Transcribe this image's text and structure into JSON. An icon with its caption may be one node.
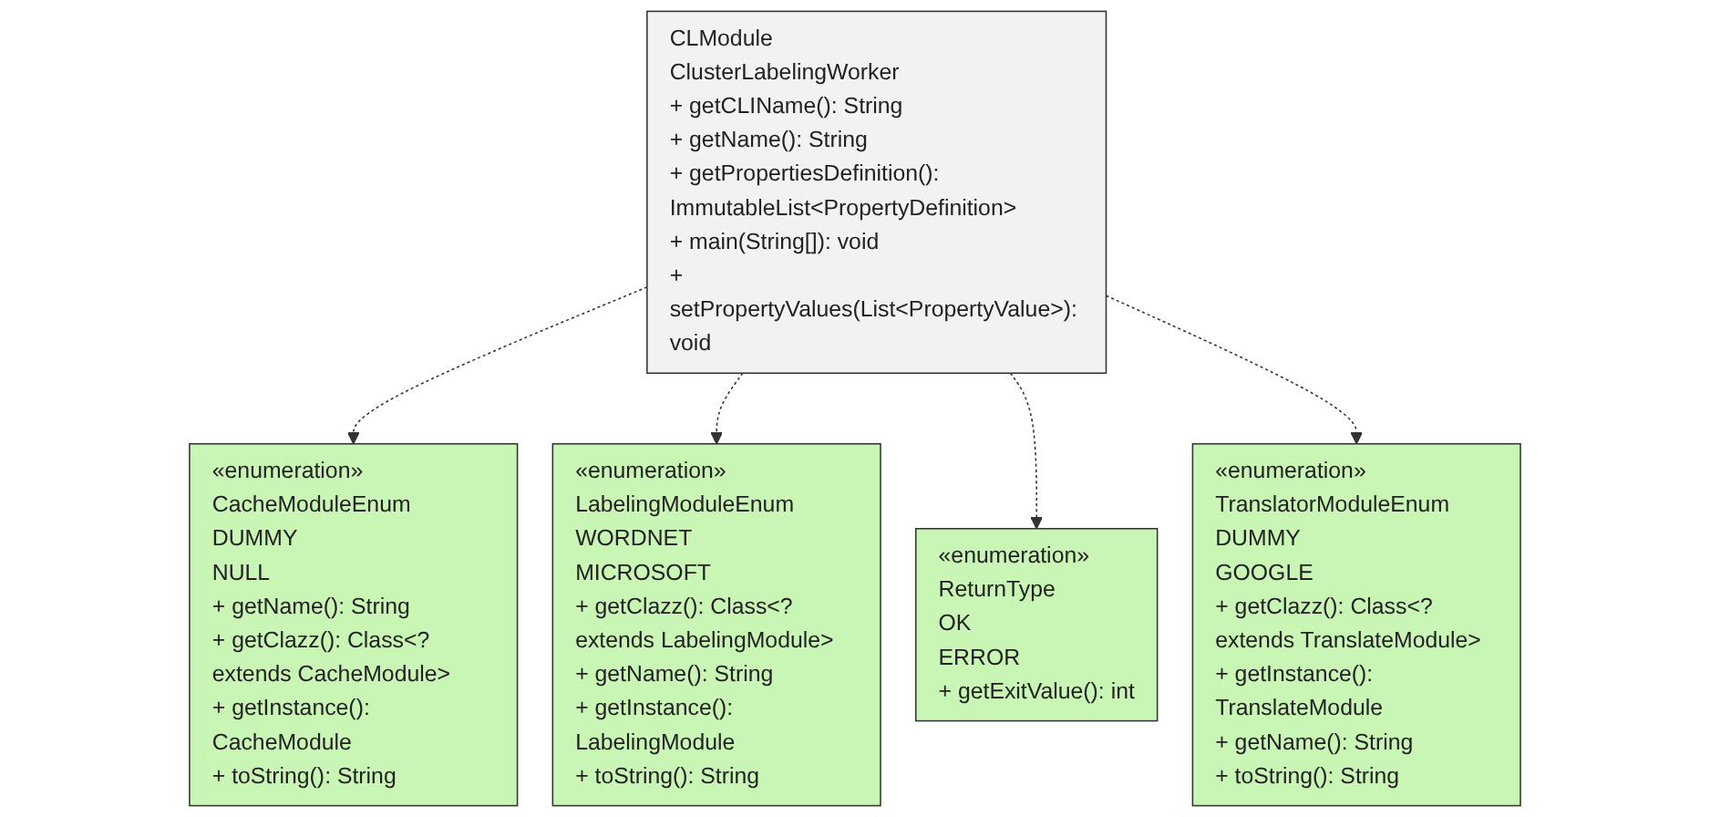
{
  "diagram": {
    "nodes": [
      {
        "text": [
          "CLModule",
          "ClusterLabelingWorker",
          "+ getCLIName(): String",
          "+ getName(): String",
          "+ getPropertiesDefinition(): ImmutableList<PropertyDefinition>",
          "+ main(String[]): void",
          "+ setPropertyValues(List<PropertyValue>): void"
        ]
      },
      {
        "text": [
          "«enumeration»",
          "CacheModuleEnum",
          "DUMMY",
          "NULL",
          "+ getName(): String",
          "+ getClazz(): Class<? extends CacheModule>",
          "+ getInstance(): CacheModule",
          "+ toString(): String"
        ]
      },
      {
        "text": [
          "«enumeration»",
          "LabelingModuleEnum",
          "WORDNET",
          "MICROSOFT",
          "+ getClazz(): Class<? extends LabelingModule>",
          "+ getName(): String",
          "+ getInstance(): LabelingModule",
          "+ toString(): String"
        ]
      },
      {
        "text": [
          "«enumeration»",
          "ReturnType",
          "OK",
          "ERROR",
          "+ getExitValue(): int"
        ]
      },
      {
        "text": [
          "«enumeration»",
          "TranslatorModuleEnum",
          "DUMMY",
          "GOOGLE",
          "+ getClazz(): Class<? extends TranslateModule>",
          "+ getInstance(): TranslateModule",
          "+ getName(): String",
          "+ toString(): String"
        ]
      }
    ],
    "edges": [
      {
        "from": 0,
        "to": 1,
        "arrow": "to",
        "style": "dashed"
      },
      {
        "from": 0,
        "to": 2,
        "arrow": "to",
        "style": "dashed"
      },
      {
        "from": 0,
        "to": 3,
        "arrow": "to",
        "style": "dashed"
      },
      {
        "from": 0,
        "to": 4,
        "arrow": "to",
        "style": "dashed"
      }
    ]
  }
}
